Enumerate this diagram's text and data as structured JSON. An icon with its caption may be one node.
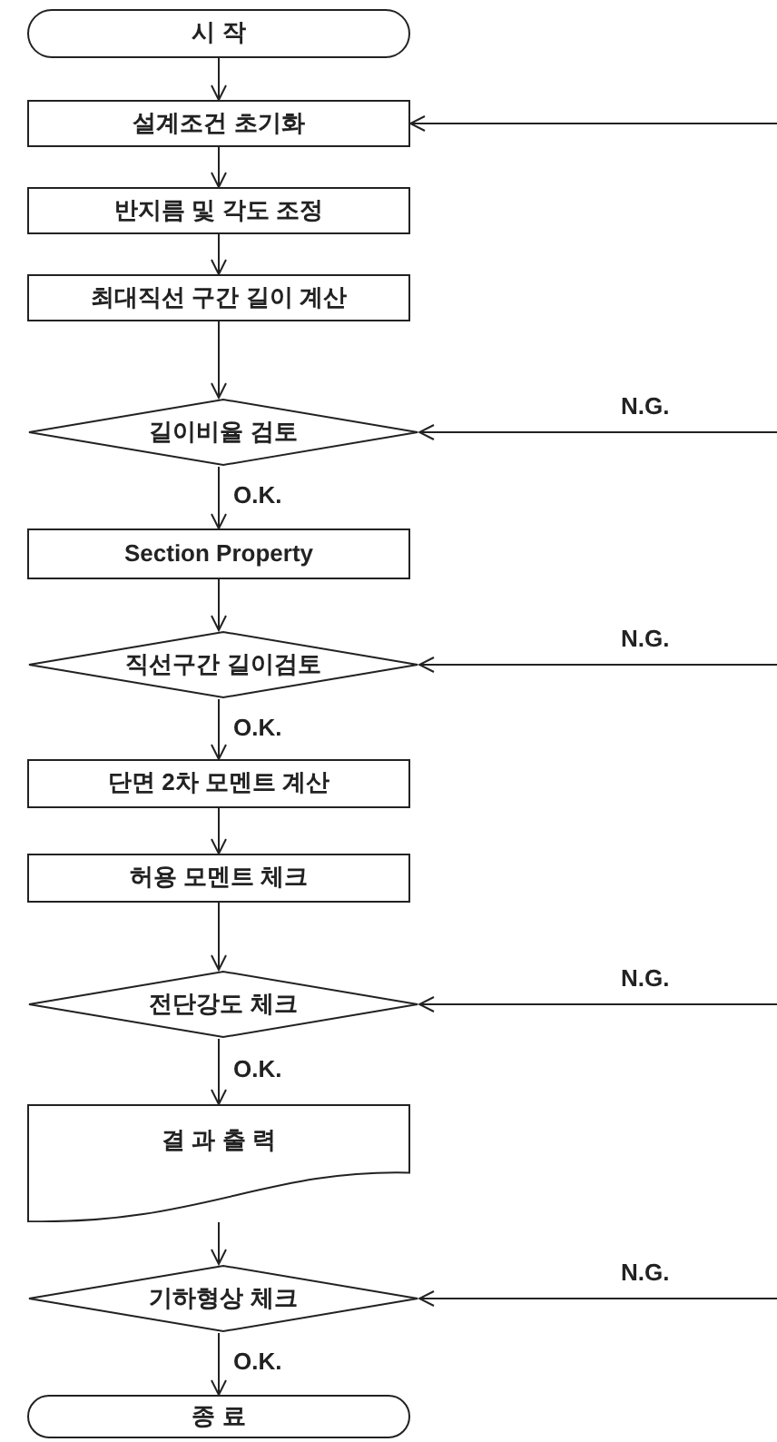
{
  "diagram": {
    "nodes": [
      {
        "text": [
          "시 작"
        ]
      },
      {
        "text": [
          "설계조건 초기화"
        ]
      },
      {
        "text": [
          "반지름 및 각도 조정"
        ]
      },
      {
        "text": [
          "최대직선 구간 길이 계산"
        ]
      },
      {
        "text": [
          "길이비율 검토"
        ]
      },
      {
        "text": [
          "Section Property"
        ]
      },
      {
        "text": [
          "직선구간 길이검토"
        ]
      },
      {
        "text": [
          "단면 2차 모멘트 계산"
        ]
      },
      {
        "text": [
          "허용 모멘트 체크"
        ]
      },
      {
        "text": [
          "전단강도 체크"
        ]
      },
      {
        "text": [
          "결 과 출 력"
        ]
      },
      {
        "text": [
          "기하형상 체크"
        ]
      },
      {
        "text": [
          "종 료"
        ]
      }
    ],
    "edges": [
      {
        "from": 0,
        "to": 1,
        "arrow": "to"
      },
      {
        "from": null,
        "to": 1,
        "arrow": "to"
      },
      {
        "from": 1,
        "to": 2,
        "arrow": "to"
      },
      {
        "from": 2,
        "to": 3,
        "arrow": "to"
      },
      {
        "from": 3,
        "to": 4,
        "arrow": "to"
      },
      {
        "from": null,
        "to": 4,
        "arrow": "to",
        "label": "N.G."
      },
      {
        "from": 4,
        "to": 5,
        "arrow": "to",
        "label": "O.K."
      },
      {
        "from": 5,
        "to": 6,
        "arrow": "to"
      },
      {
        "from": null,
        "to": 6,
        "arrow": "to",
        "label": "N.G."
      },
      {
        "from": 6,
        "to": 7,
        "arrow": "to",
        "label": "O.K."
      },
      {
        "from": 7,
        "to": 8,
        "arrow": "to"
      },
      {
        "from": 8,
        "to": 9,
        "arrow": "to"
      },
      {
        "from": null,
        "to": 9,
        "arrow": "to",
        "label": "N.G."
      },
      {
        "from": 9,
        "to": 10,
        "arrow": "to",
        "label": "O.K."
      },
      {
        "from": 10,
        "to": 11,
        "arrow": "to"
      },
      {
        "from": null,
        "to": 11,
        "arrow": "to",
        "label": "N.G."
      },
      {
        "from": 11,
        "to": 12,
        "arrow": "to",
        "label": "O.K."
      }
    ]
  }
}
